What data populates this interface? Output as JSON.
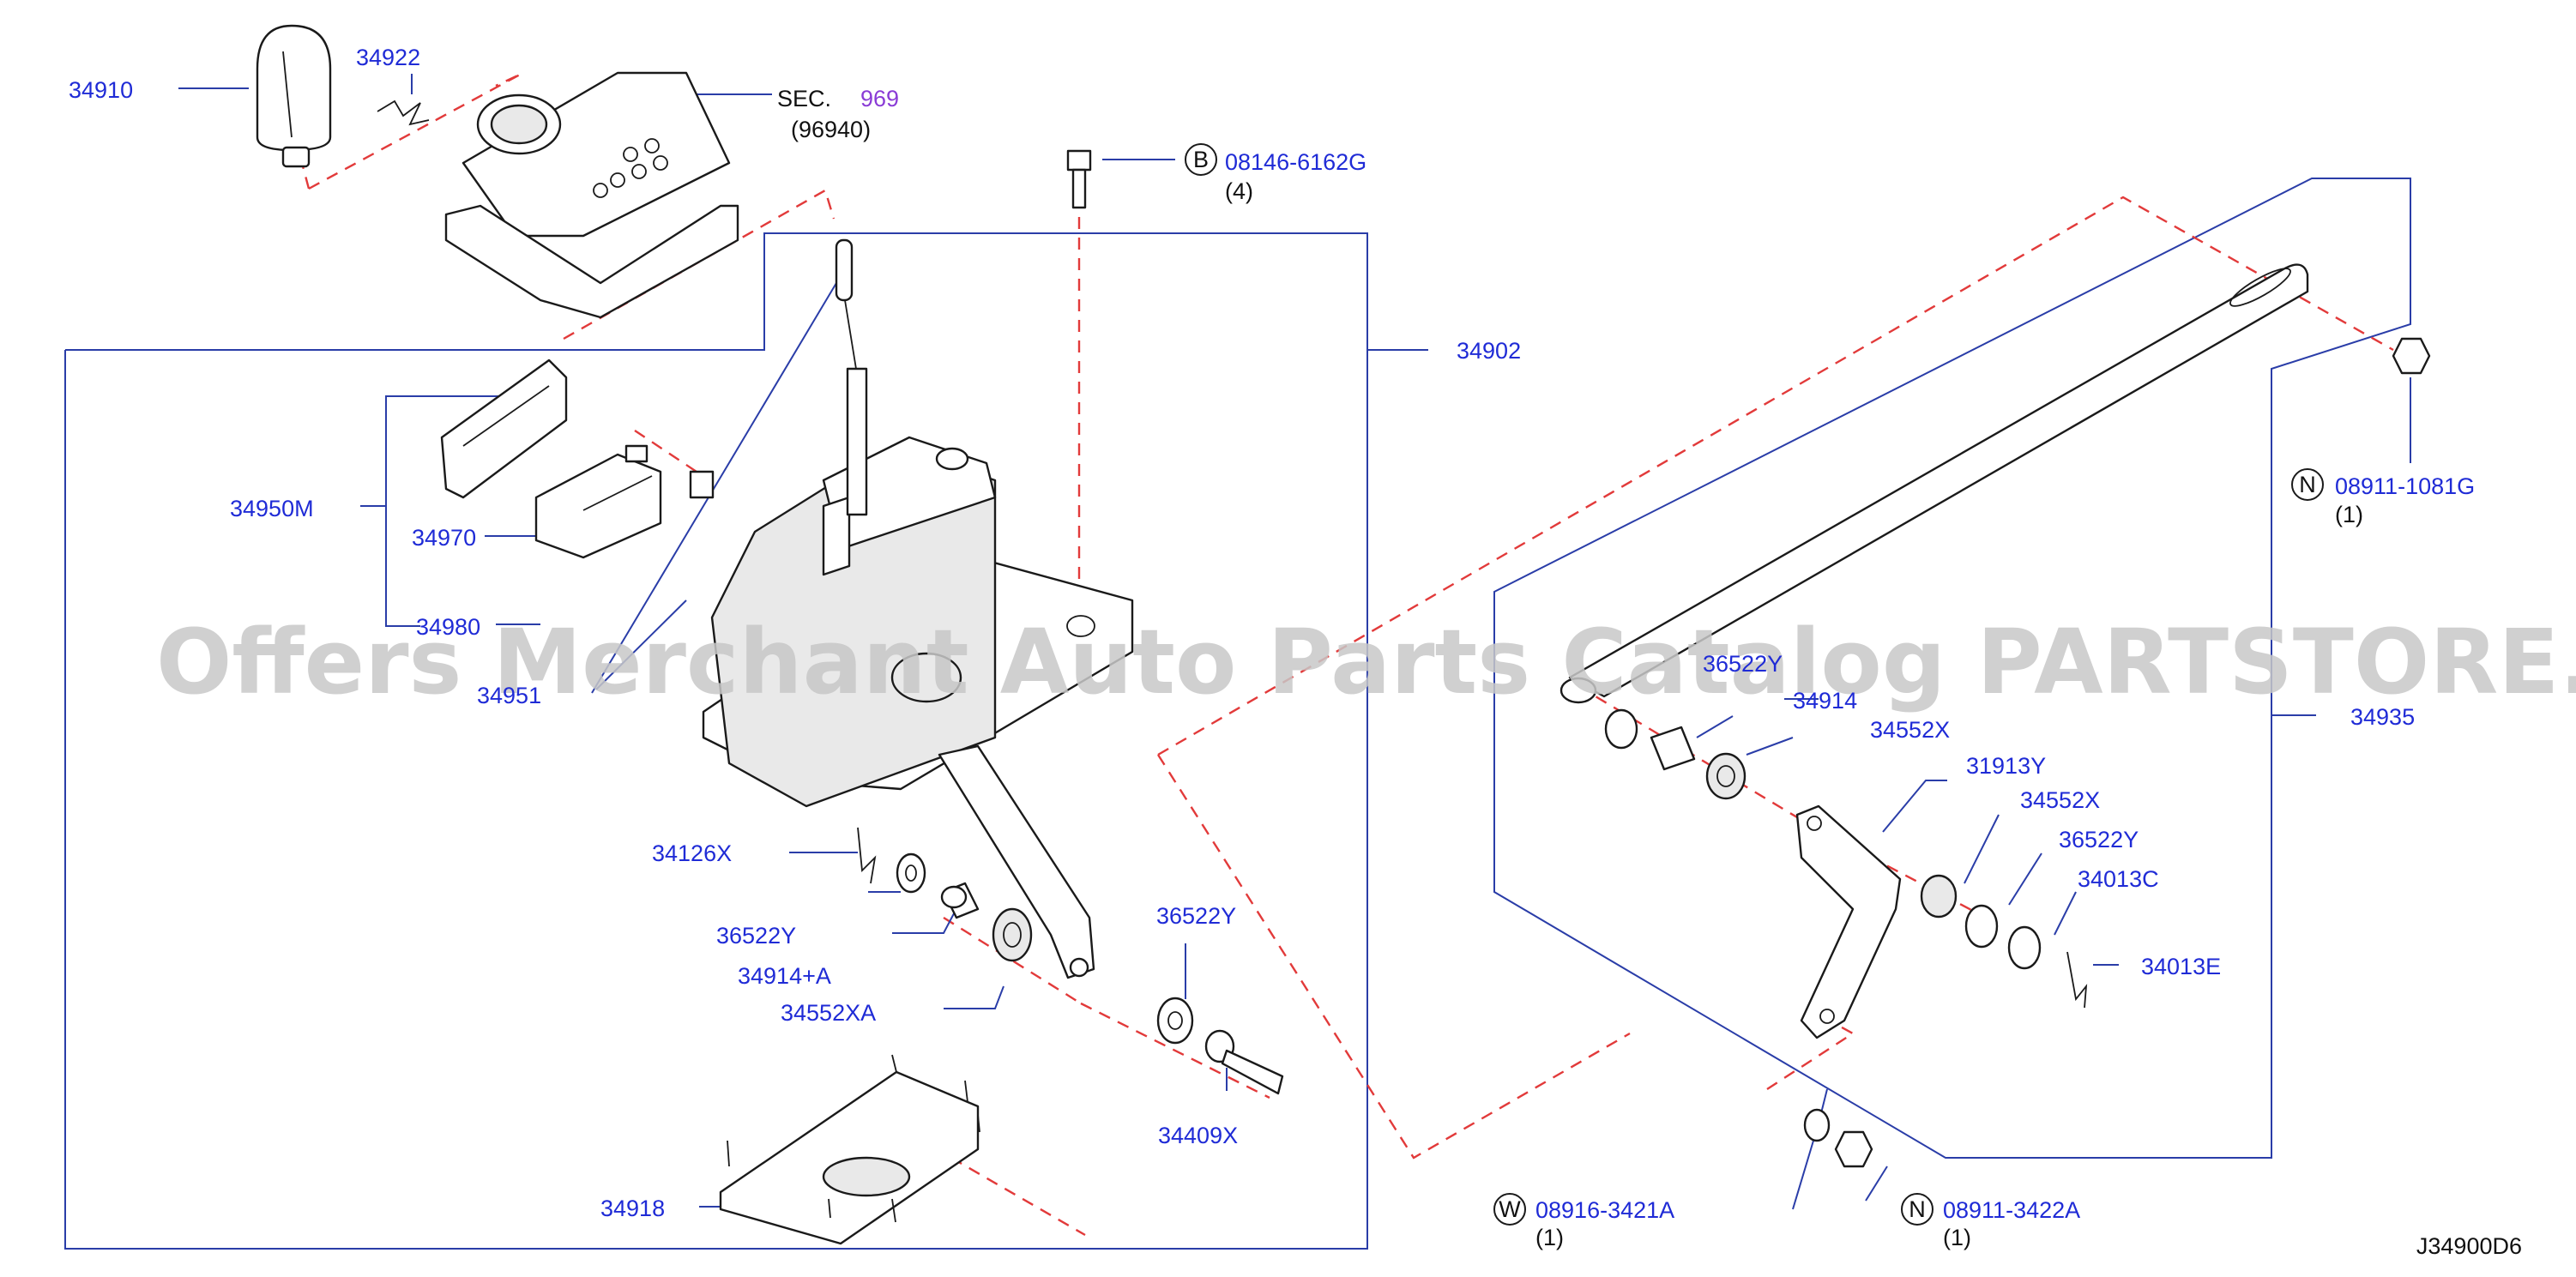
{
  "diagram": {
    "ref_code": "J34900D6",
    "watermark": "Offers Merchant Auto Parts Catalog PARTSTORE.SA",
    "sec_ref": {
      "prefix": "SEC.",
      "number": "969",
      "sub": "(96940)"
    },
    "labels": {
      "p34910": "34910",
      "p34922": "34922",
      "p34902": "34902",
      "p34950M": "34950M",
      "p34970": "34970",
      "p34980": "34980",
      "p34951": "34951",
      "p34126X": "34126X",
      "p36522Y_a": "36522Y",
      "p34914A": "34914+A",
      "p34552XA": "34552XA",
      "p36522Y_b": "36522Y",
      "p34409X": "34409X",
      "p34918": "34918",
      "p36522Y_c": "36522Y",
      "p34914": "34914",
      "p34552X_a": "34552X",
      "p31913Y": "31913Y",
      "p34552X_b": "34552X",
      "p36522Y_d": "36522Y",
      "p34013C": "34013C",
      "p34013E": "34013E",
      "p34935": "34935"
    },
    "fasteners": {
      "bolt_b": {
        "letter": "B",
        "code": "08146-6162G",
        "qty": "(4)"
      },
      "nut_n_top": {
        "letter": "N",
        "code": "08911-1081G",
        "qty": "(1)"
      },
      "washer_w": {
        "letter": "W",
        "code": "08916-3421A",
        "qty": "(1)"
      },
      "nut_n_bottom": {
        "letter": "N",
        "code": "08911-3422A",
        "qty": "(1)"
      }
    }
  }
}
